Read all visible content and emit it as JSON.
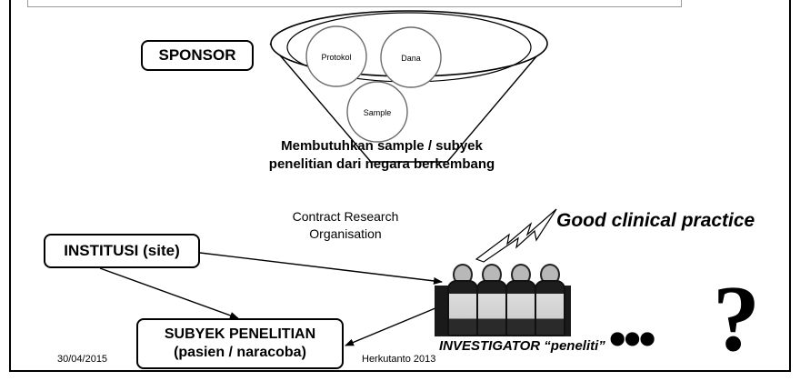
{
  "funnel": {
    "circle_1": "Protokol",
    "circle_2": "Dana",
    "circle_3": "Sample"
  },
  "sponsor_label": "SPONSOR",
  "caption_line_1": "Membutuhkan sample / subyek",
  "caption_line_2": "penelitian dari negara berkembang",
  "cro_line_1": "Contract Research",
  "cro_line_2": "Organisation",
  "gcp_label": "Good clinical practice",
  "institusi_label": "INSTITUSI (site)",
  "subyek_line_1": "SUBYEK PENELITIAN",
  "subyek_line_2": "(pasien / naracoba)",
  "investigator_label": "INVESTIGATOR “peneliti”",
  "dots_label": "•••",
  "question_mark": "?",
  "footer": {
    "date": "30/04/2015",
    "author": "Herkutanto 2013"
  },
  "colors": {
    "line": "#000000",
    "circle_stroke": "#6b6b6b"
  }
}
